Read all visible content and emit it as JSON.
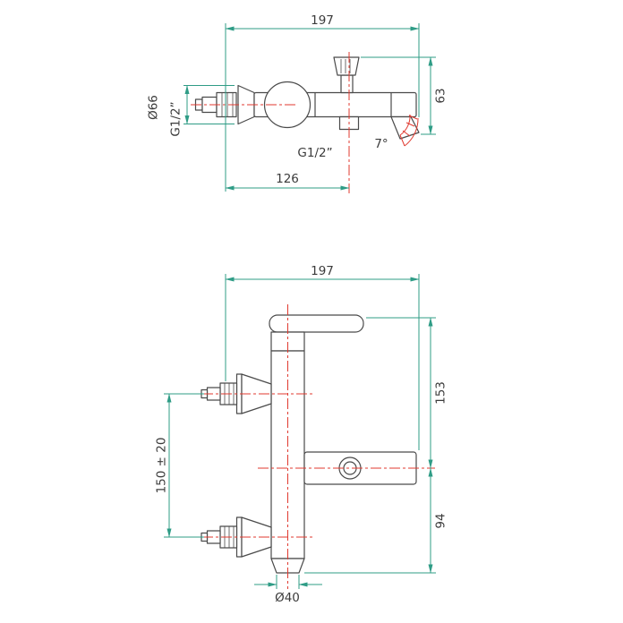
{
  "colors": {
    "dimension": "#2f9c86",
    "centerline": "#e0392f",
    "outline": "#4a4a4a",
    "text": "#3b3b3b",
    "background": "#ffffff"
  },
  "top_view": {
    "width": "197",
    "height": "63",
    "escutcheon_diameter": "Ø66",
    "inlet_thread": "G1/2”",
    "outlet_thread": "G1/2”",
    "spout_reach": "126",
    "spout_angle": "7°"
  },
  "front_view": {
    "width": "197",
    "upper_height": "153",
    "lower_height": "94",
    "inlet_spacing": "150 ± 20",
    "outlet_diameter": "Ø40"
  }
}
